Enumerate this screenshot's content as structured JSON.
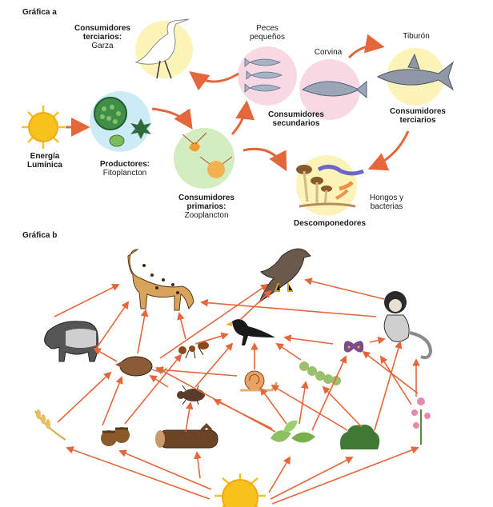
{
  "chart_a": {
    "title": "Gráfica a",
    "energia": {
      "line1": "Energía",
      "line2": "Lumínica"
    },
    "productores": {
      "title": "Productores:",
      "name": "Fitoplancton"
    },
    "primarios": {
      "line1": "Consumidores",
      "line2": "primarios:",
      "name": "Zooplancton"
    },
    "peces": {
      "line1": "Peces",
      "line2": "pequeños"
    },
    "corvina": "Corvina",
    "secundarios": {
      "line1": "Consumidores",
      "line2": "secundarios"
    },
    "garza": {
      "line1": "Consumidores",
      "line2": "terciarios:",
      "name": "Garza"
    },
    "tiburon": "Tiburón",
    "terciarios": {
      "line1": "Consumidores",
      "line2": "terciarios"
    },
    "hongos": {
      "line1": "Hongos y",
      "line2": "bacterias"
    },
    "descomponedores": "Descomponedores"
  },
  "chart_b": {
    "title": "Gráfica b"
  },
  "colors": {
    "arrow": "#e4673c",
    "yellow_bg": "#fbf3b8",
    "green_bg": "#d3edc0",
    "blue_bg": "#cdebf6",
    "pink_bg": "#f8d9e3",
    "sun": "#f8c21c"
  }
}
